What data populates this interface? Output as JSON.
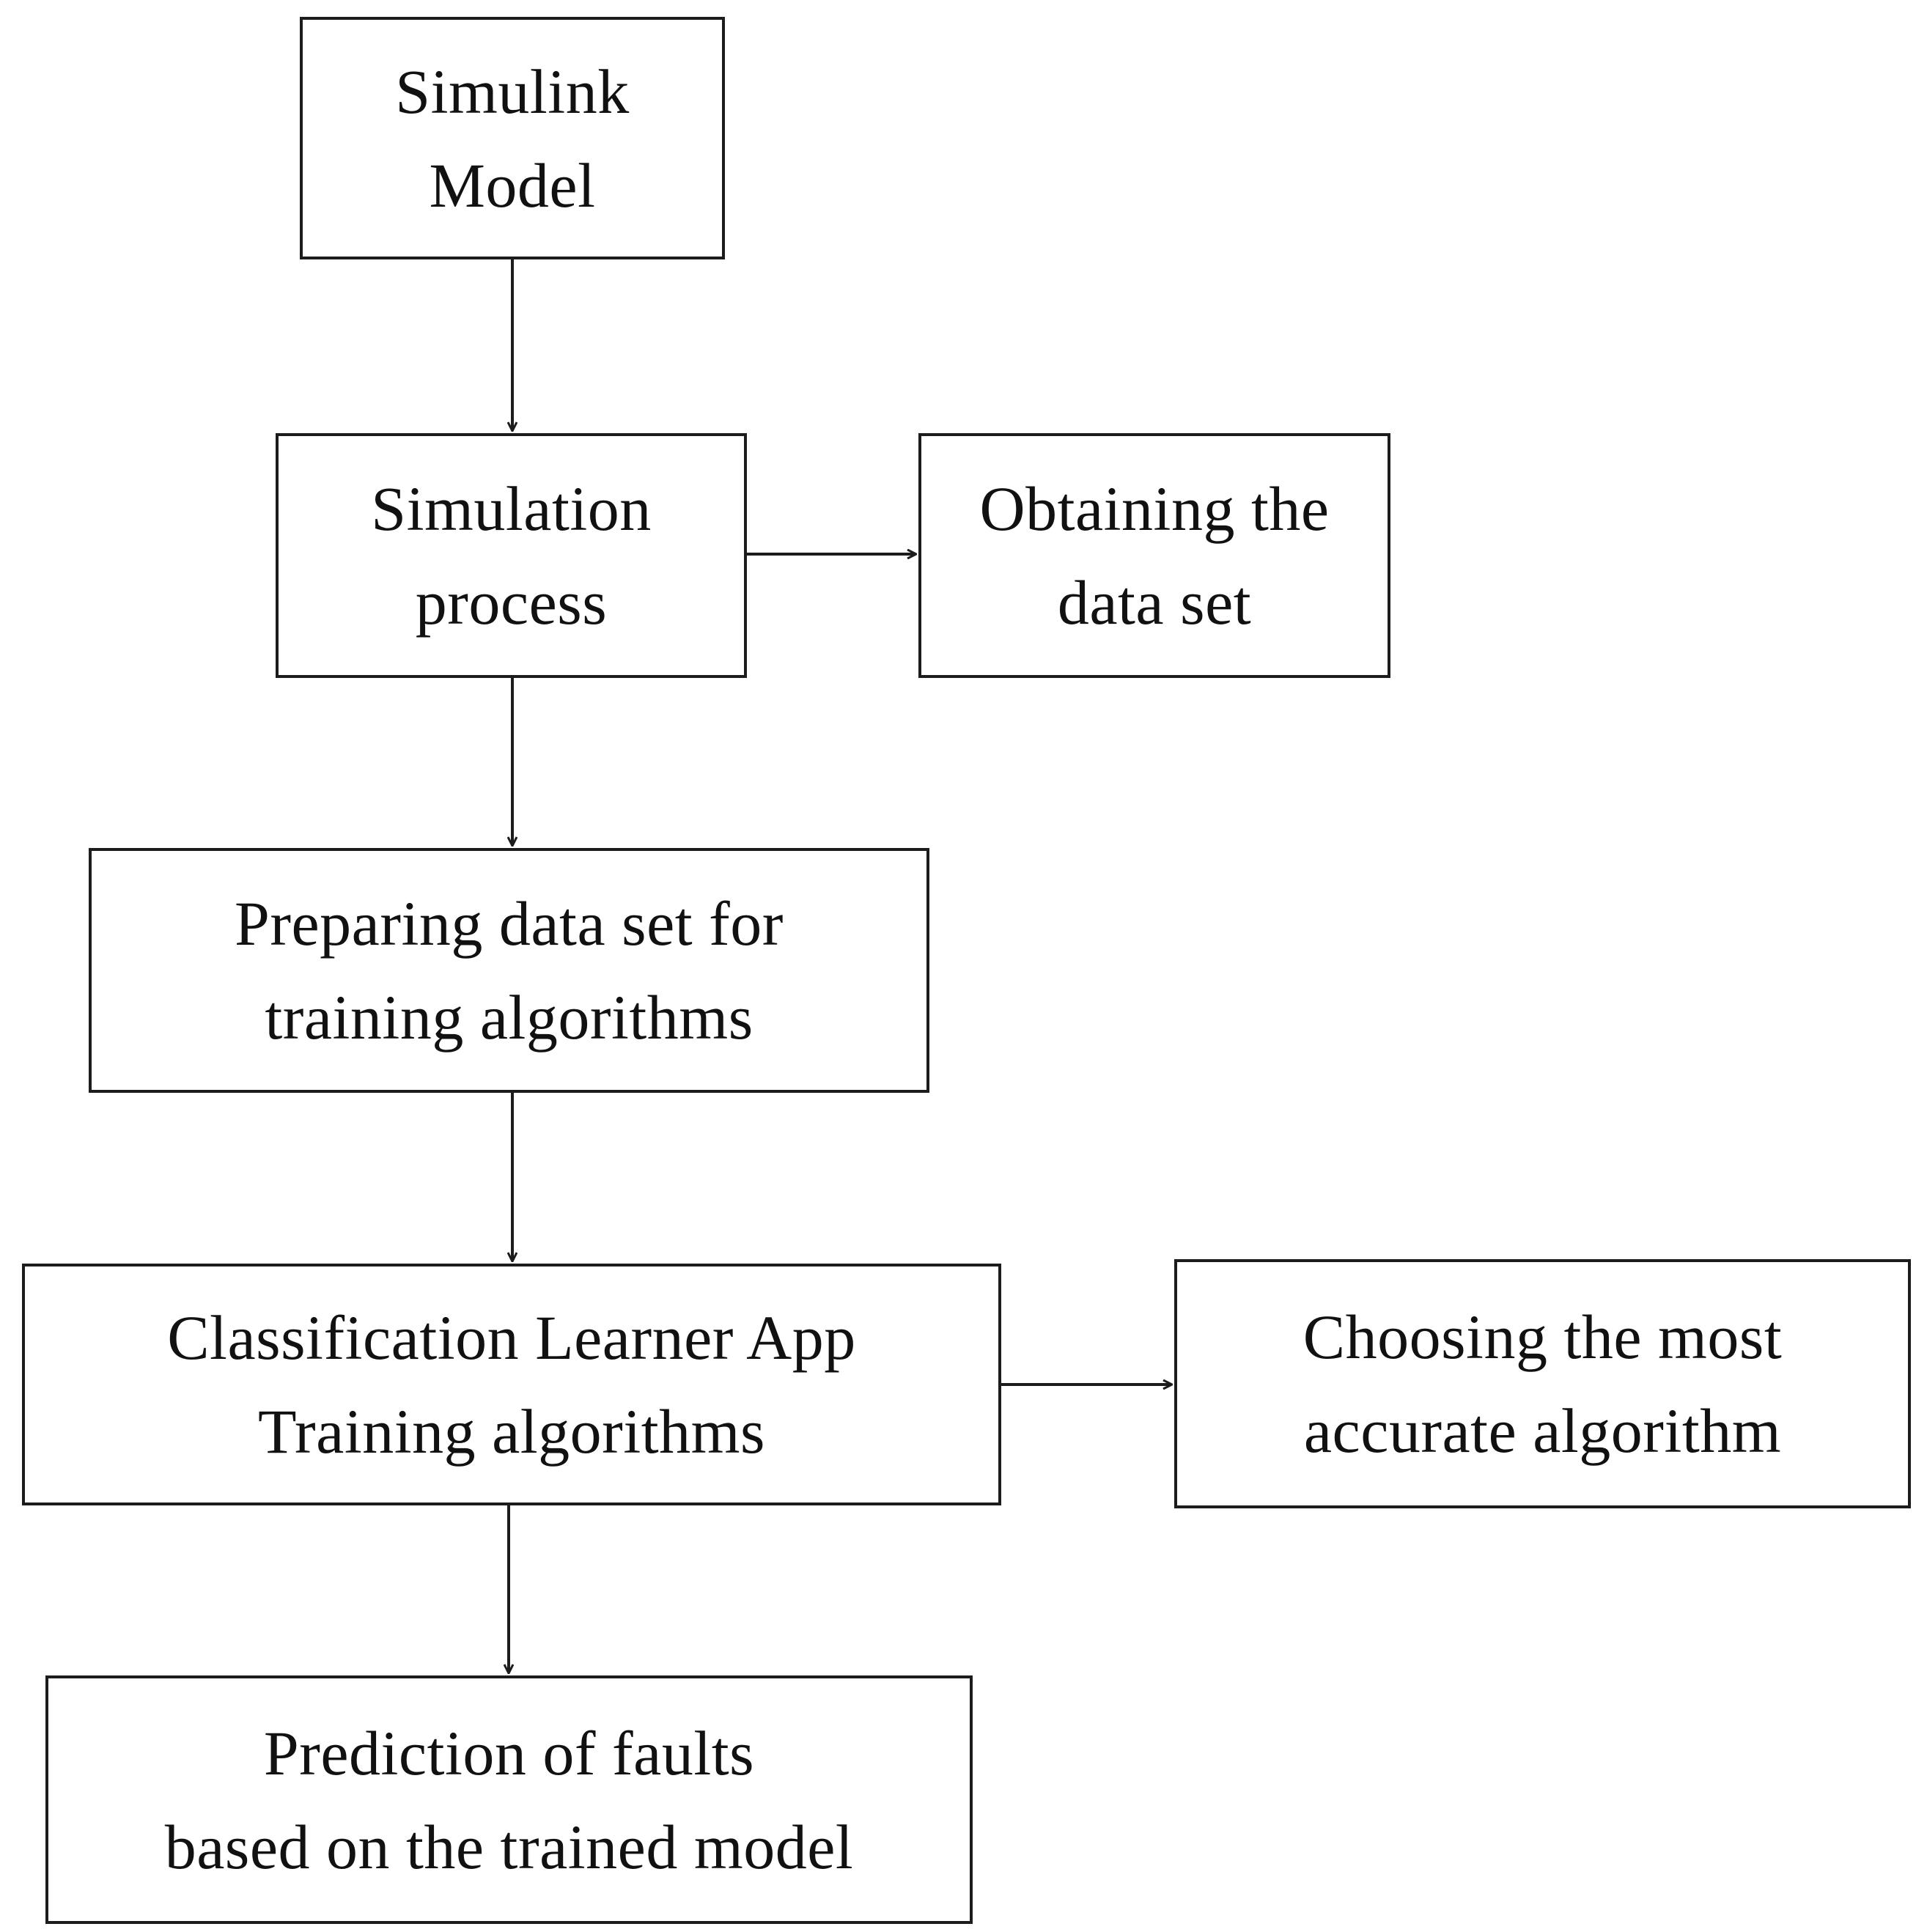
{
  "diagram": {
    "nodes": [
      {
        "id": "simulink",
        "lines": [
          "Simulink",
          "Model"
        ]
      },
      {
        "id": "simproc",
        "lines": [
          "Simulation",
          "process"
        ]
      },
      {
        "id": "obtain",
        "lines": [
          "Obtaining the",
          "data set"
        ]
      },
      {
        "id": "prepare",
        "lines": [
          "Preparing data set for",
          "training algorithms"
        ]
      },
      {
        "id": "classify",
        "lines": [
          "Classification Learner App",
          "Training algorithms"
        ]
      },
      {
        "id": "choose",
        "lines": [
          "Choosing the most",
          "accurate algorithm"
        ]
      },
      {
        "id": "predict",
        "lines": [
          "Prediction of faults",
          "based on the trained model"
        ]
      }
    ],
    "edges": [
      {
        "from": "simulink",
        "to": "simproc"
      },
      {
        "from": "simproc",
        "to": "obtain"
      },
      {
        "from": "simproc",
        "to": "prepare"
      },
      {
        "from": "prepare",
        "to": "classify"
      },
      {
        "from": "classify",
        "to": "choose"
      },
      {
        "from": "classify",
        "to": "predict"
      }
    ],
    "colors": {
      "stroke": "#1c1c1c",
      "text": "#111111",
      "background": "#ffffff"
    }
  }
}
